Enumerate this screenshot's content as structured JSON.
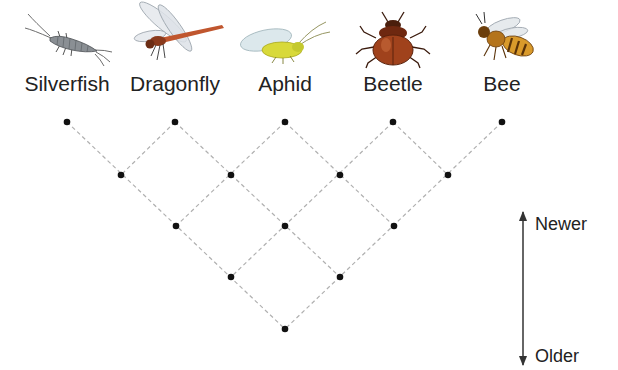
{
  "diagram": {
    "labels": [
      "Silverfish",
      "Dragonfly",
      "Aphid",
      "Beetle",
      "Bee",
      "Newer",
      "Older"
    ]
  }
}
